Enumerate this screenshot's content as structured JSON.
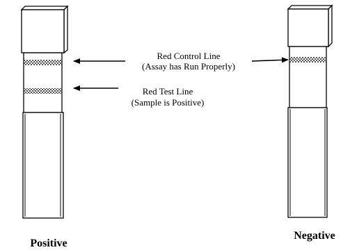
{
  "colors": {
    "ink": "#000000",
    "paper": "#ffffff",
    "band": "#555555"
  },
  "annotations": {
    "control_line": {
      "title": "Red Control Line",
      "subtitle": "(Assay has Run Properly)"
    },
    "test_line": {
      "title": "Red Test Line",
      "subtitle": "(Sample is Positive)"
    }
  },
  "strips": {
    "positive": {
      "label": "Positive",
      "bands": [
        "control-line",
        "test-line"
      ]
    },
    "negative": {
      "label": "Negative",
      "bands": [
        "control-line"
      ]
    }
  }
}
